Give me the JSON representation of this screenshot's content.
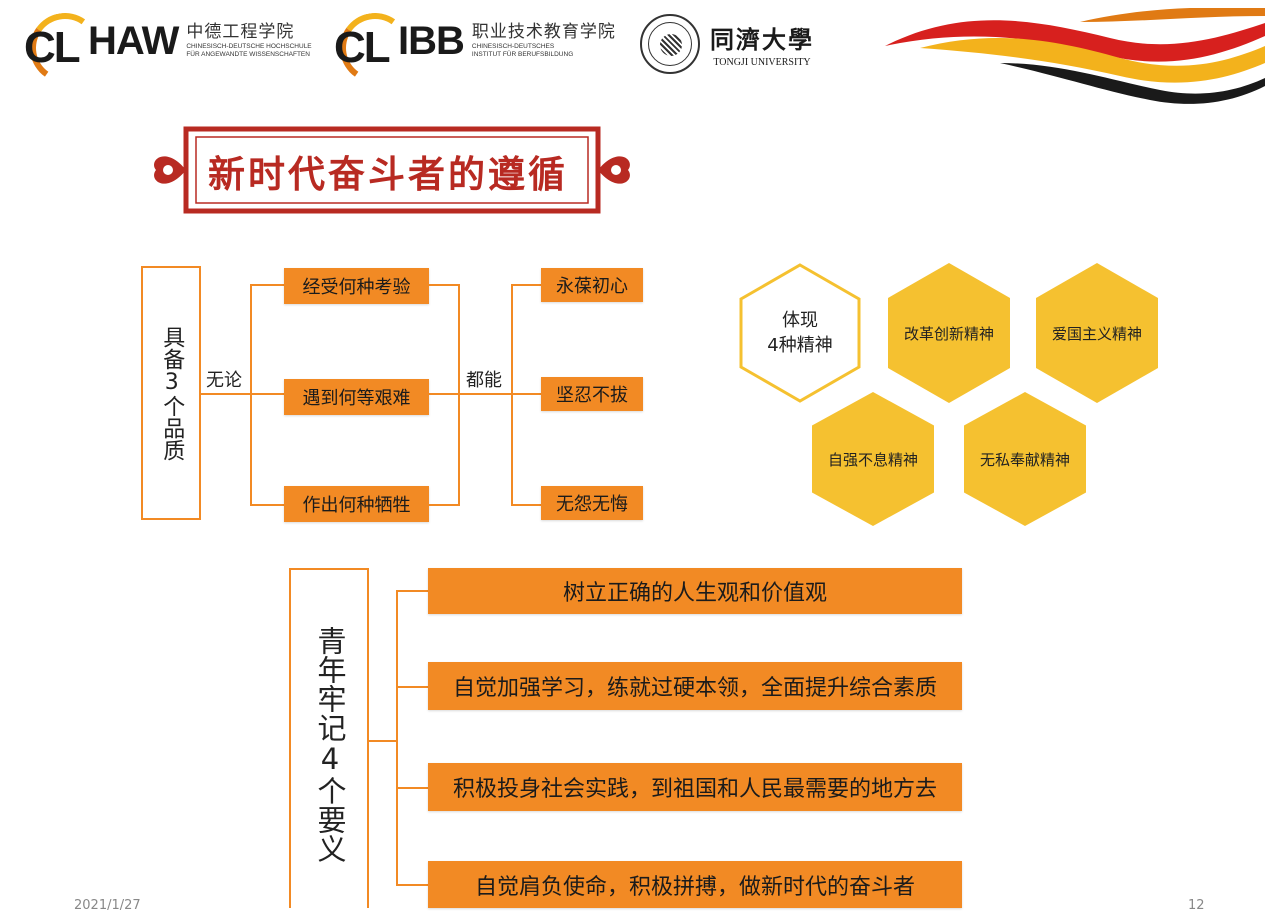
{
  "header": {
    "logo1": {
      "mark": "CL",
      "abbr": "HAW",
      "cn": "中德工程学院",
      "de1": "CHINESISCH-DEUTSCHE HOCHSCHULE",
      "de2": "FÜR ANGEWANDTE WISSENSCHAFTEN"
    },
    "logo2": {
      "mark": "CL",
      "abbr": "IBB",
      "cn": "职业技术教育学院",
      "de1": "CHINESISCH-DEUTSCHES",
      "de2": "INSTITUT FÜR BERUFSBILDUNG"
    },
    "tongji": {
      "cn": "同濟大學",
      "en": "TONGJI UNIVERSITY"
    }
  },
  "title": "新时代奋斗者的遵循",
  "qualities": {
    "label": "具备3个品质",
    "connector1": "无论",
    "connector2": "都能",
    "conditions": [
      "经受何种考验",
      "遇到何等艰难",
      "作出何种牺牲"
    ],
    "results": [
      "永葆初心",
      "坚忍不拔",
      "无怨无悔"
    ]
  },
  "spirits": {
    "center": "体现\n4种精神",
    "items": [
      "改革创新精神",
      "爱国主义精神",
      "自强不息精神",
      "无私奉献精神"
    ]
  },
  "requirements": {
    "label": "青年牢记4个要义",
    "items": [
      "树立正确的人生观和价值观",
      "自觉加强学习，练就过硬本领，全面提升综合素质",
      "积极投身社会实践，到祖国和人民最需要的地方去",
      "自觉肩负使命，积极拼搏，做新时代的奋斗者"
    ]
  },
  "footer": {
    "date": "2021/1/27",
    "page": "12"
  },
  "colors": {
    "orange": "#f28a24",
    "hex": "#f5c130",
    "title_red": "#b82a22"
  }
}
